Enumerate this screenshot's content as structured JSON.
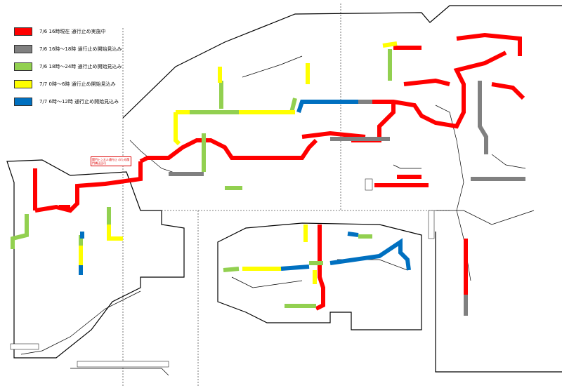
{
  "legend": {
    "items": [
      {
        "label": "7/6  16時現在  通行止め実施中",
        "color": "#ff0000"
      },
      {
        "label": "7/6  16時～18時  通行止め開始見込み",
        "color": "#808080"
      },
      {
        "label": "7/6  18時～24時  通行止め開始見込み",
        "color": "#92d050"
      },
      {
        "label": "7/7  0時～6時  通行止め開始見込み",
        "color": "#ffff00"
      },
      {
        "label": "7/7  6時～12時  通行止め開始見込み",
        "color": "#0070c0"
      }
    ]
  },
  "annotation": {
    "tunnel_note": "関門トンネル通行止 のため関門橋迂回可"
  },
  "colors": {
    "red": "#ff0000",
    "grey": "#808080",
    "green": "#92d050",
    "yellow": "#ffff00",
    "blue": "#0070c0",
    "outline": "#000000",
    "unaffected": "#ffffff"
  }
}
